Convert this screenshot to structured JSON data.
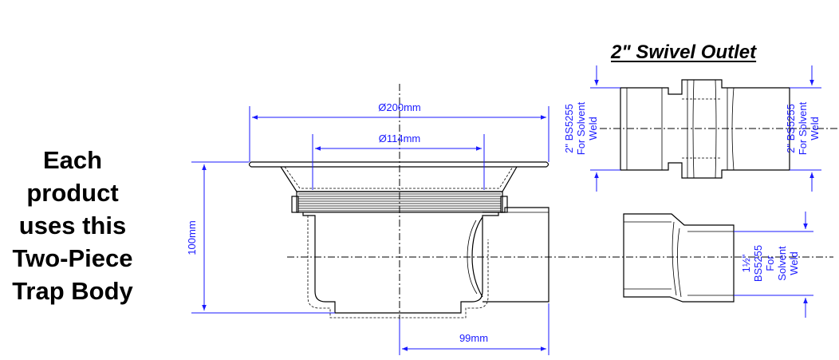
{
  "caption": {
    "lines": [
      "Each",
      "product",
      "uses this",
      "Two-Piece",
      "Trap Body"
    ]
  },
  "swivel": {
    "title": "2\" Swivel Outlet",
    "left_label": [
      "2\" BS5255",
      "For Solvent",
      "Weld"
    ],
    "right_label": [
      "2\" BS5255",
      "For Solvent",
      "Weld"
    ]
  },
  "dimensions": {
    "flange_diameter": "Ø200mm",
    "grate_diameter": "Ø114mm",
    "height": "100mm",
    "outlet_offset": "99mm"
  },
  "outlet": {
    "label": [
      "1½\"",
      "BS5255",
      "For",
      "Solvent",
      "Weld"
    ]
  },
  "colors": {
    "dimension": "#1a1aff",
    "line": "#000000",
    "background": "#ffffff"
  }
}
